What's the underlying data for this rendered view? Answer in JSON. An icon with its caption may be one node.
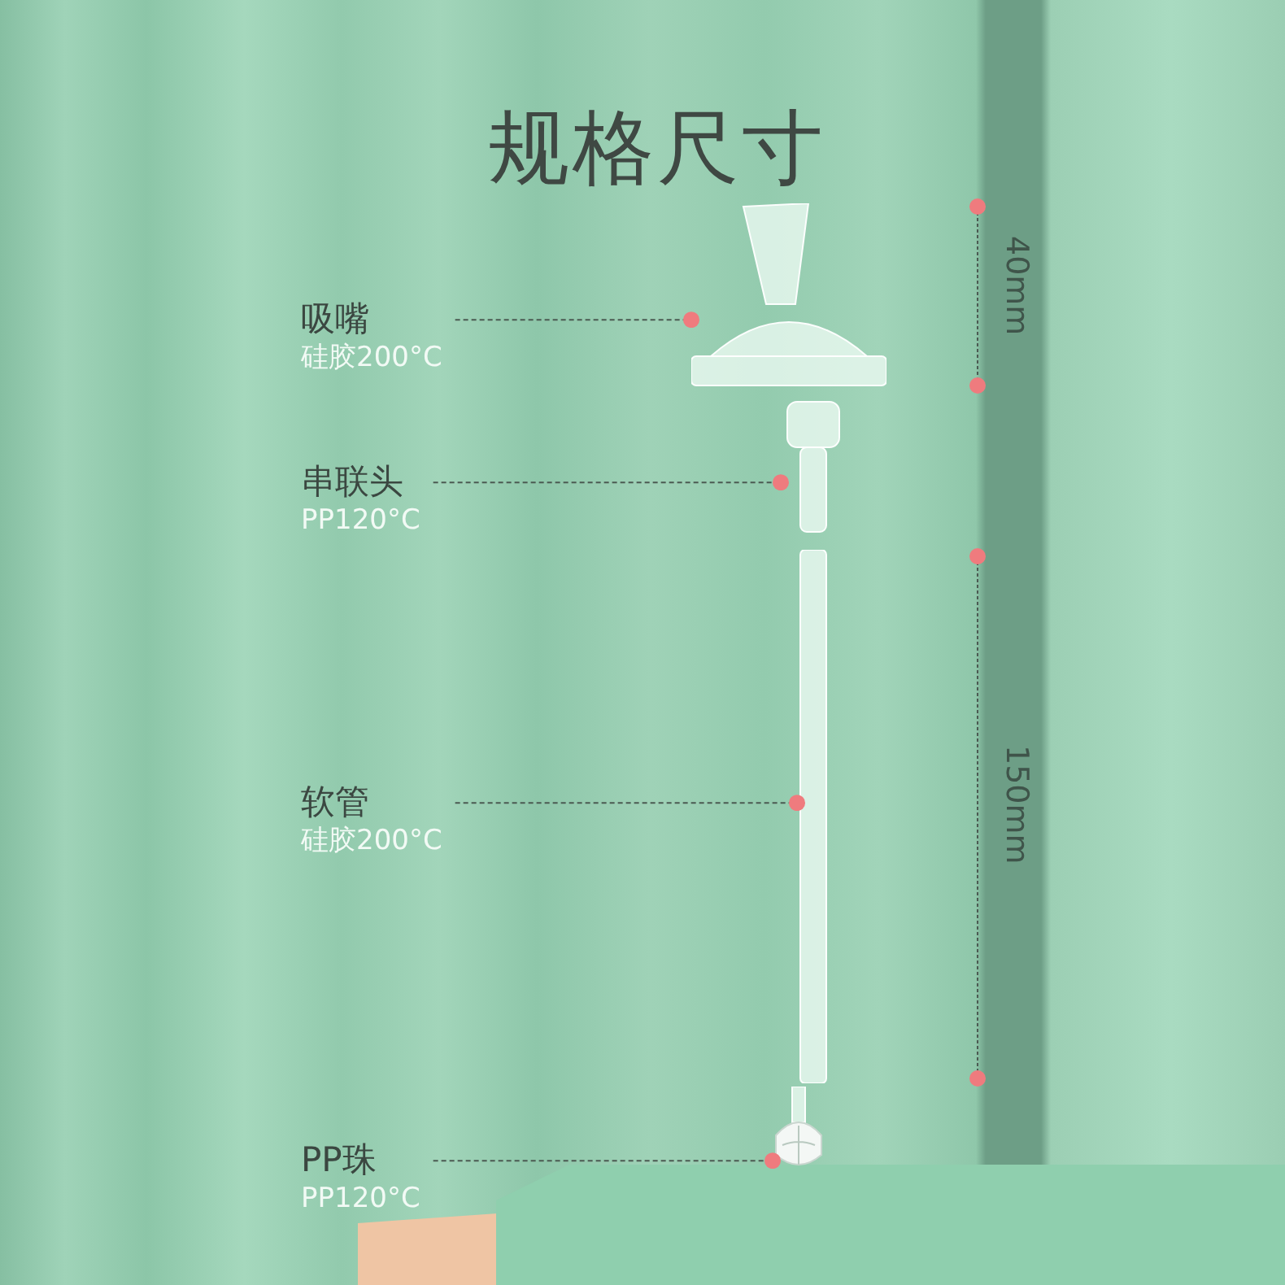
{
  "diagram": {
    "title": "规格尺寸",
    "nodes": [
      {
        "text": [
          "吸嘴",
          "硅胶200°C"
        ]
      },
      {
        "text": [],
        "shape": "picture"
      },
      {
        "text": [
          "串联头",
          "PP120°C"
        ]
      },
      {
        "text": [],
        "shape": "picture"
      },
      {
        "text": [
          "软管",
          "硅胶200°C"
        ]
      },
      {
        "text": [],
        "shape": "bar"
      },
      {
        "text": [
          "PP珠",
          "PP120°C"
        ]
      },
      {
        "text": [],
        "shape": "picture"
      }
    ],
    "edges": [
      {
        "from": 0,
        "to": 1,
        "arrow": "other",
        "style": "dashed"
      },
      {
        "from": 2,
        "to": 3,
        "arrow": "other",
        "style": "dashed"
      },
      {
        "from": 4,
        "to": 5,
        "arrow": "other",
        "style": "dashed"
      },
      {
        "from": 6,
        "to": 7,
        "arrow": "other",
        "style": "dashed"
      }
    ],
    "labels": [
      "40mm",
      "150mm"
    ]
  }
}
